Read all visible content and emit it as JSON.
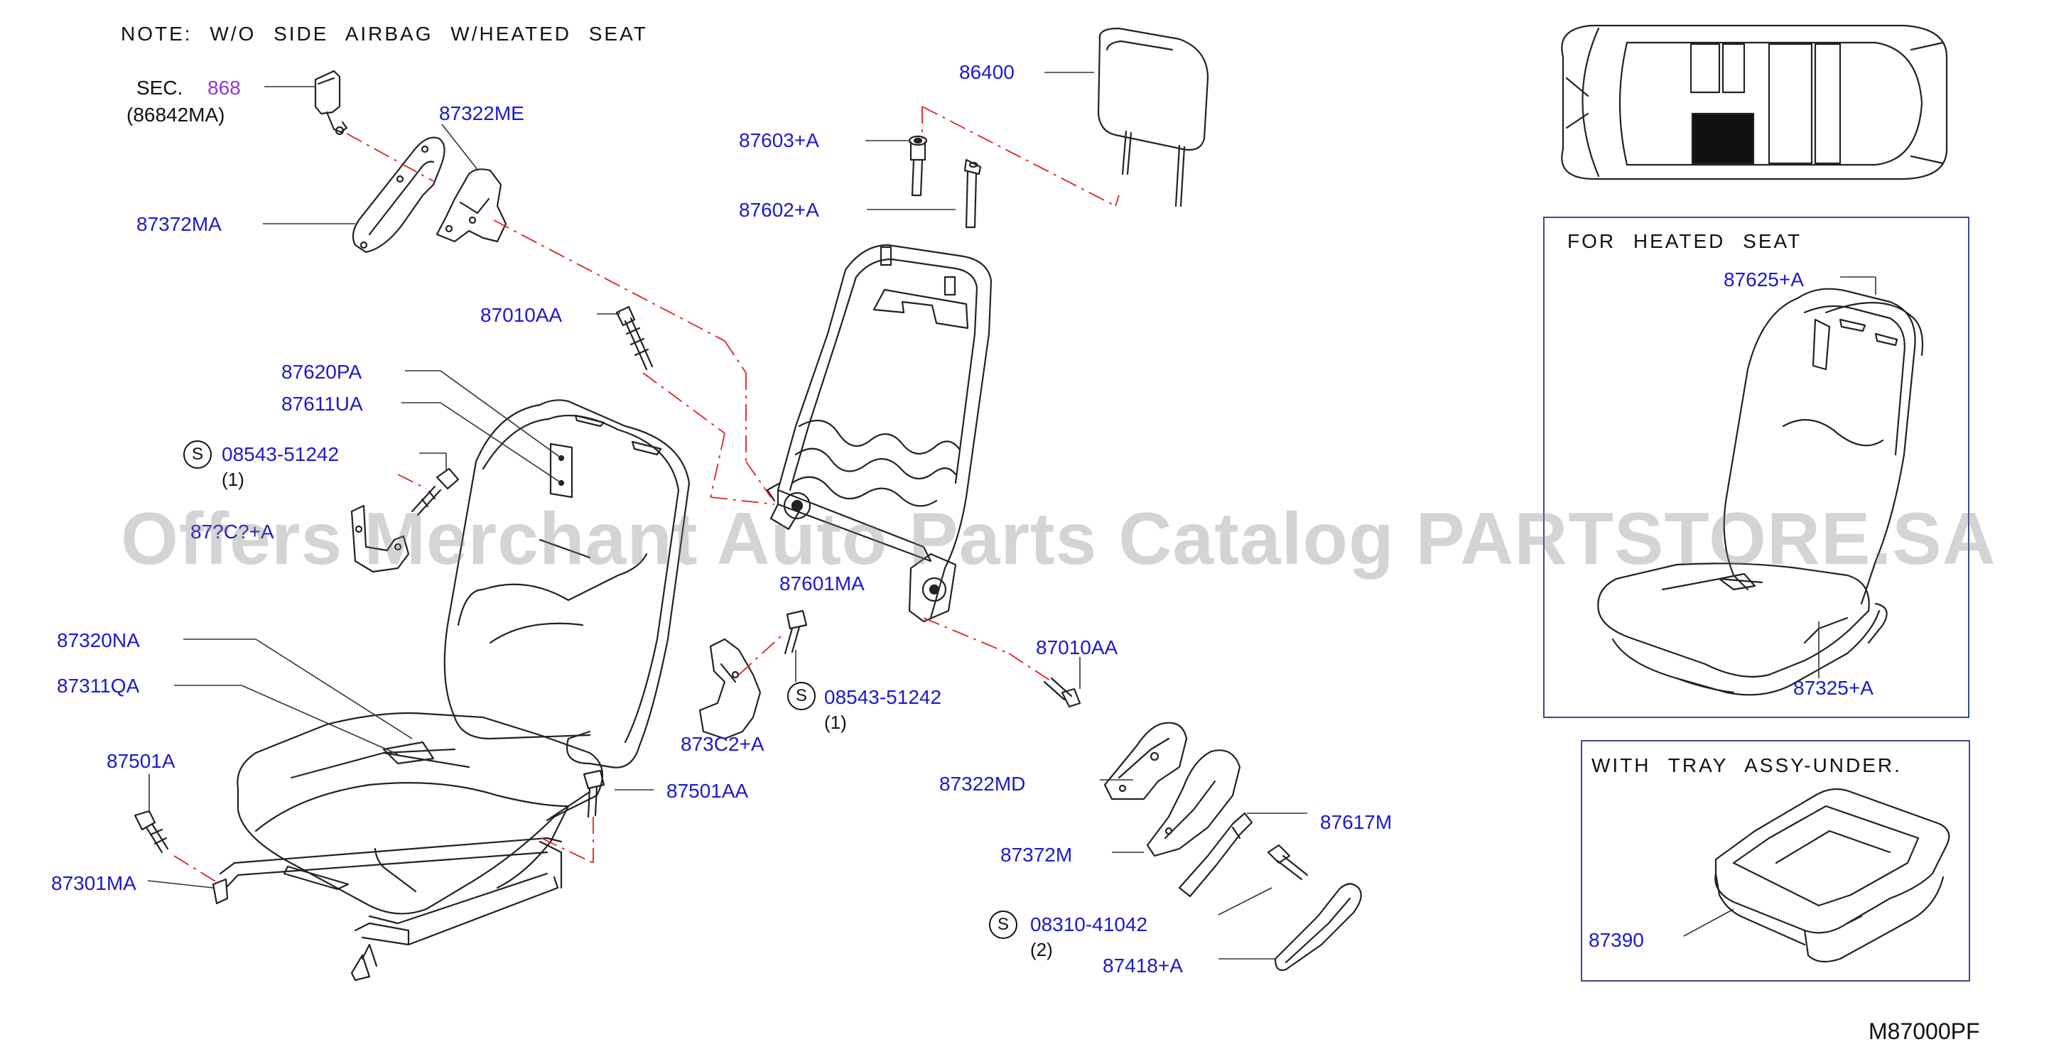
{
  "note": "NOTE:  W/O  SIDE  AIRBAG  W/HEATED  SEAT",
  "sec": {
    "prefix": "SEC.",
    "ref": "868",
    "sub": "(86842MA)"
  },
  "labels": {
    "l86400": "86400",
    "l87603": "87603+A",
    "l87602": "87602+A",
    "l87322ME": "87322ME",
    "l87372MA": "87372MA",
    "l87010AA_top": "87010AA",
    "l87620PA": "87620PA",
    "l87611UA": "87611UA",
    "l87601MA": "87601MA",
    "l87010AA_right": "87010AA",
    "l87320NA": "87320NA",
    "l87311QA": "87311QA",
    "l87501A": "87501A",
    "l87301MA": "87301MA",
    "l87501AA": "87501AA",
    "l873C2": "873C2+A",
    "l87322MD": "87322MD",
    "l87372M": "87372M",
    "l87617M": "87617M",
    "l87418": "87418+A",
    "l87625": "87625+A",
    "l87325": "87325+A",
    "l87390": "87390",
    "hidden": "87?C?+A"
  },
  "screws": [
    {
      "symbol": "S",
      "part": "08543-51242",
      "qty": "(1)"
    },
    {
      "symbol": "S",
      "part": "08543-51242",
      "qty": "(1)"
    },
    {
      "symbol": "S",
      "part": "08310-41042",
      "qty": "(2)"
    }
  ],
  "insets": {
    "heated_title": "FOR  HEATED  SEAT",
    "tray_title": "WITH  TRAY  ASSY-UNDER."
  },
  "watermark": "Offers Merchant Auto Parts Catalog PARTSTORE.SA",
  "diagram_code": "M87000PF",
  "colors": {
    "label": "#1a1acc",
    "leader_red": "#e02020",
    "box_border": "#3a4a8a"
  }
}
